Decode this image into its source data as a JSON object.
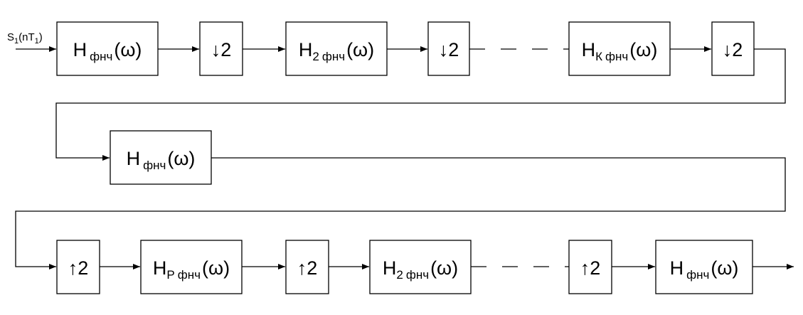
{
  "input": {
    "label_main": "S",
    "label_sub": "1",
    "label_paren_open": "(nT",
    "label_sub2": "1",
    "label_paren_close": ")"
  },
  "blocks": [
    {
      "main": "H",
      "index": "",
      "sub": "фнч",
      "arg": "(ω)"
    },
    {
      "main": "↓2"
    },
    {
      "main": "H",
      "index": "2",
      "sub": "фнч",
      "arg": "(ω)"
    },
    {
      "main": "↓2"
    },
    {
      "main": "H",
      "index": "К",
      "sub": "фнч",
      "arg": "(ω)"
    },
    {
      "main": "↓2"
    },
    {
      "main": "H",
      "index": "",
      "sub": "фнч",
      "arg": "(ω)"
    },
    {
      "main": "↑2"
    },
    {
      "main": "H",
      "index": "Р",
      "sub": "фнч",
      "arg": "(ω)"
    },
    {
      "main": "↑2"
    },
    {
      "main": "H",
      "index": "2",
      "sub": "фнч",
      "arg": "(ω)"
    },
    {
      "main": "↑2"
    },
    {
      "main": "H",
      "index": "",
      "sub": "фнч",
      "arg": "(ω)"
    }
  ]
}
